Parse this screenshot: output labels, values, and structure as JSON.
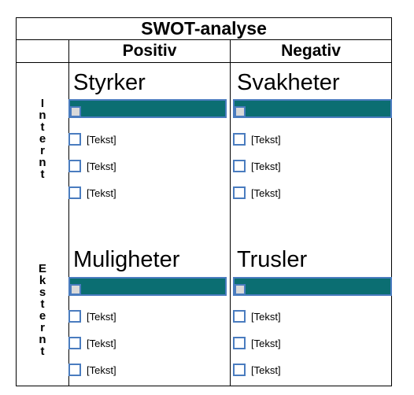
{
  "title": "SWOT-analyse",
  "columns": {
    "positive": "Positiv",
    "negative": "Negativ"
  },
  "rows": {
    "internal": "Internt",
    "external": "Eksternt"
  },
  "quadrants": {
    "strengths": {
      "title": "Styrker",
      "items": [
        "[Tekst]",
        "[Tekst]",
        "[Tekst]"
      ]
    },
    "weaknesses": {
      "title": "Svakheter",
      "items": [
        "[Tekst]",
        "[Tekst]",
        "[Tekst]"
      ]
    },
    "opportunities": {
      "title": "Muligheter",
      "items": [
        "[Tekst]",
        "[Tekst]",
        "[Tekst]"
      ]
    },
    "threats": {
      "title": "Trusler",
      "items": [
        "[Tekst]",
        "[Tekst]",
        "[Tekst]"
      ]
    }
  },
  "colors": {
    "bar": "#0b6e72",
    "checkbox_border": "#4a7cbf"
  }
}
